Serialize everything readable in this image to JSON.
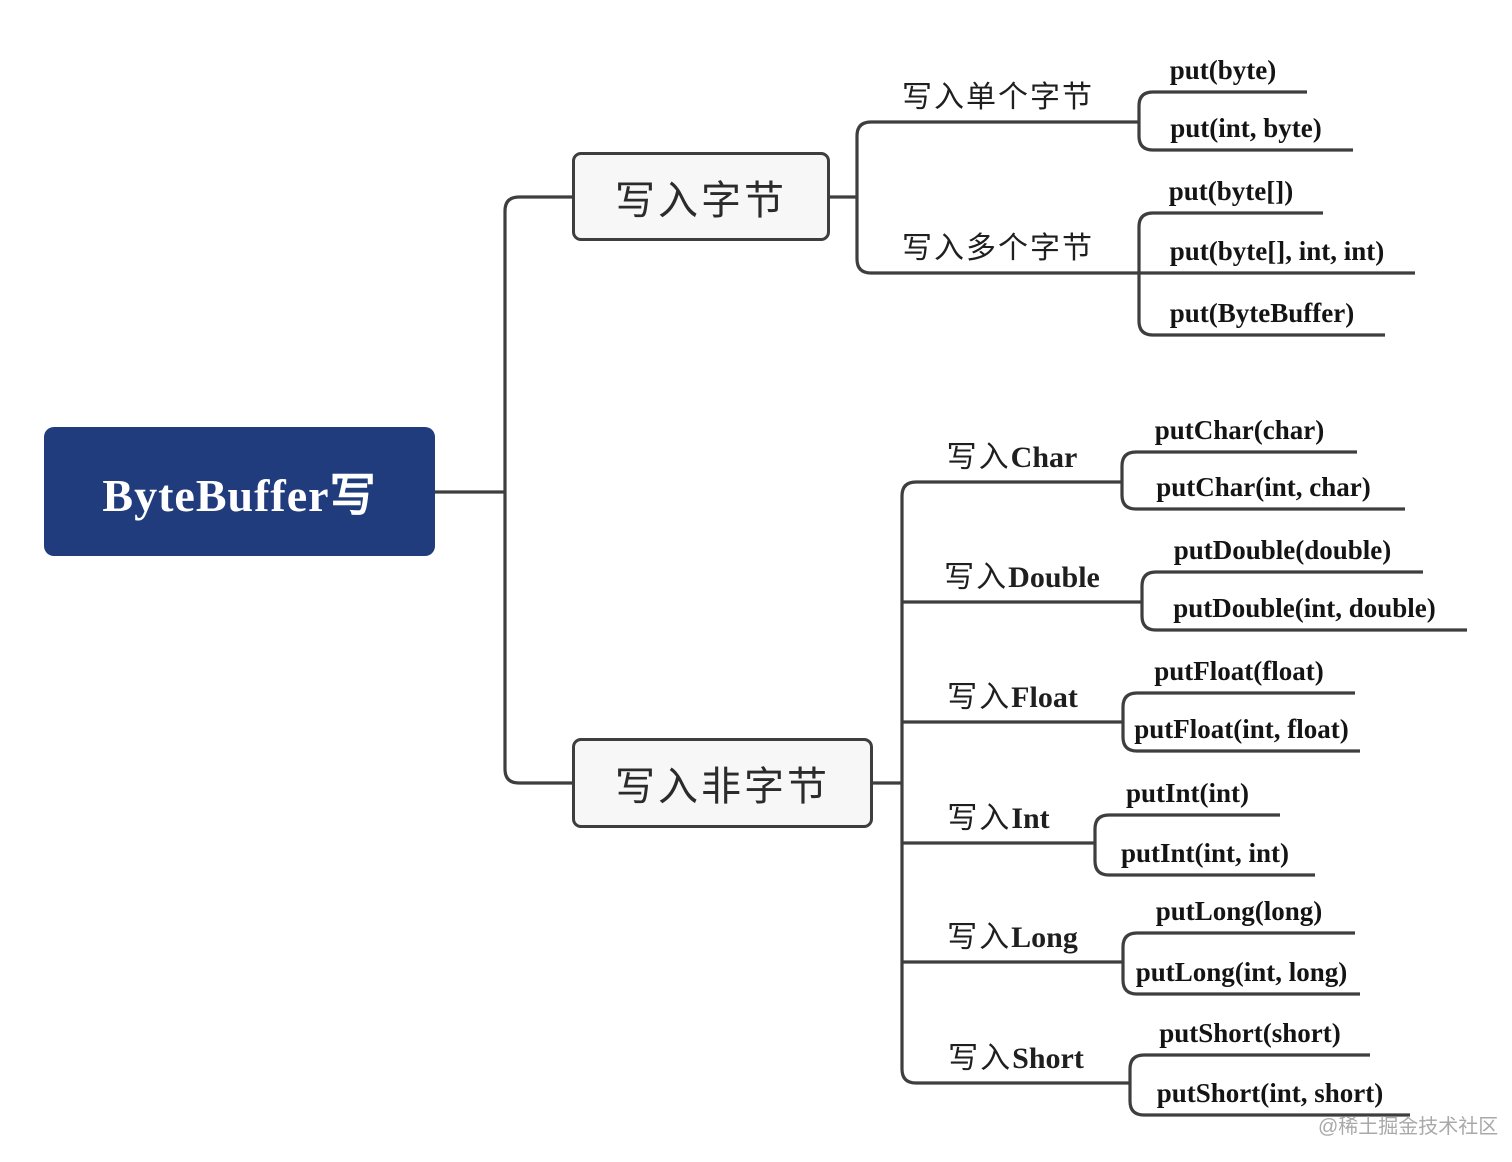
{
  "root": {
    "label": "ByteBuffer写"
  },
  "branches": [
    {
      "label": "写入字节",
      "children": [
        {
          "label_zh": "写入单个字节",
          "label_en": "",
          "leaves": [
            "put(byte)",
            "put(int, byte)"
          ]
        },
        {
          "label_zh": "写入多个字节",
          "label_en": "",
          "leaves": [
            "put(byte[])",
            "put(byte[], int, int)",
            "put(ByteBuffer)"
          ]
        }
      ]
    },
    {
      "label": "写入非字节",
      "children": [
        {
          "label_zh": "写入",
          "label_en": "Char",
          "leaves": [
            "putChar(char)",
            "putChar(int, char)"
          ]
        },
        {
          "label_zh": "写入",
          "label_en": "Double",
          "leaves": [
            "putDouble(double)",
            "putDouble(int, double)"
          ]
        },
        {
          "label_zh": "写入",
          "label_en": "Float",
          "leaves": [
            "putFloat(float)",
            "putFloat(int, float)"
          ]
        },
        {
          "label_zh": "写入",
          "label_en": "Int",
          "leaves": [
            "putInt(int)",
            "putInt(int, int)"
          ]
        },
        {
          "label_zh": "写入",
          "label_en": "Long",
          "leaves": [
            "putLong(long)",
            "putLong(int, long)"
          ]
        },
        {
          "label_zh": "写入",
          "label_en": "Short",
          "leaves": [
            "putShort(short)",
            "putShort(int, short)"
          ]
        }
      ]
    }
  ],
  "watermark": "@稀土掘金技术社区",
  "colors": {
    "root_bg": "#203c7c",
    "root_text": "#ffffff",
    "line": "#3e3e3e",
    "box_bg": "#f7f7f7",
    "box_border": "#3e3e3e",
    "text": "#1f1f1f",
    "watermark": "#a9a9a9"
  }
}
